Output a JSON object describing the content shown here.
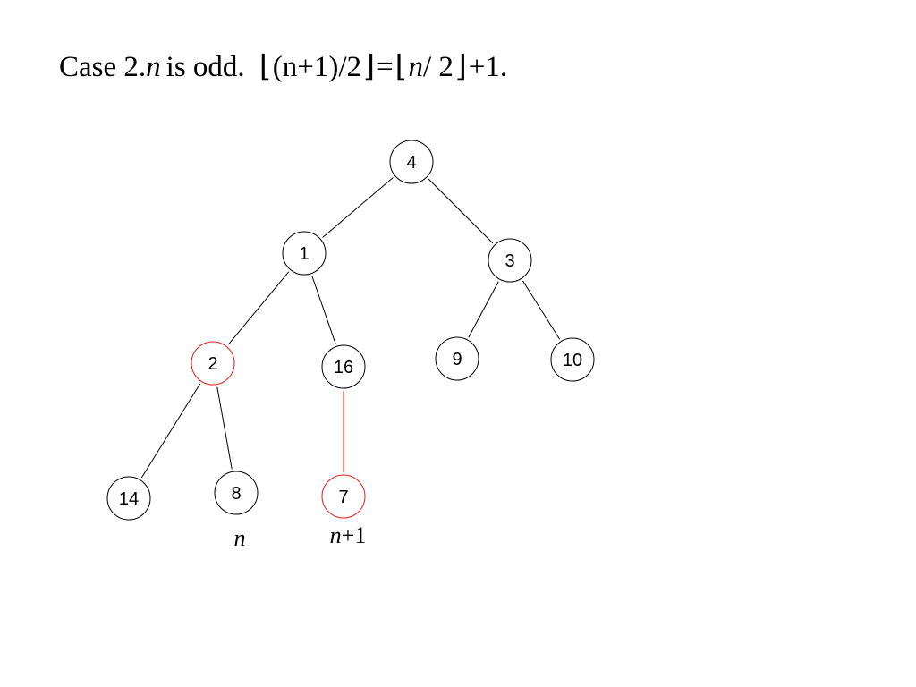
{
  "heading": {
    "case_label": "Case 2.",
    "var_n": "n",
    "is_odd": "is odd.",
    "floor_left_1": "⌊",
    "expr_1": "(n+1)/2",
    "floor_right_1": "⌋",
    "equals": "=",
    "floor_left_2": "⌊",
    "expr_2_var": "n",
    "expr_2_rest": "/ 2",
    "floor_right_2": "⌋",
    "tail": "+1."
  },
  "tree": {
    "nodes": [
      {
        "id": "4",
        "label": "4",
        "highlight": false
      },
      {
        "id": "1",
        "label": "1",
        "highlight": false
      },
      {
        "id": "3",
        "label": "3",
        "highlight": false
      },
      {
        "id": "2",
        "label": "2",
        "highlight": true
      },
      {
        "id": "16",
        "label": "16",
        "highlight": false
      },
      {
        "id": "9",
        "label": "9",
        "highlight": false
      },
      {
        "id": "10",
        "label": "10",
        "highlight": false
      },
      {
        "id": "14",
        "label": "14",
        "highlight": false
      },
      {
        "id": "8",
        "label": "8",
        "highlight": false
      },
      {
        "id": "7",
        "label": "7",
        "highlight": true
      }
    ],
    "edges": [
      {
        "from": "4",
        "to": "1",
        "highlight": false
      },
      {
        "from": "4",
        "to": "3",
        "highlight": false
      },
      {
        "from": "1",
        "to": "2",
        "highlight": false
      },
      {
        "from": "1",
        "to": "16",
        "highlight": false
      },
      {
        "from": "3",
        "to": "9",
        "highlight": false
      },
      {
        "from": "3",
        "to": "10",
        "highlight": false
      },
      {
        "from": "2",
        "to": "14",
        "highlight": false
      },
      {
        "from": "2",
        "to": "8",
        "highlight": false
      },
      {
        "from": "16",
        "to": "7",
        "highlight": true
      }
    ],
    "position_labels": {
      "n": "n",
      "n_plus_1": "n+1"
    }
  },
  "colors": {
    "normal": "#000000",
    "highlight": "#e0201a"
  }
}
